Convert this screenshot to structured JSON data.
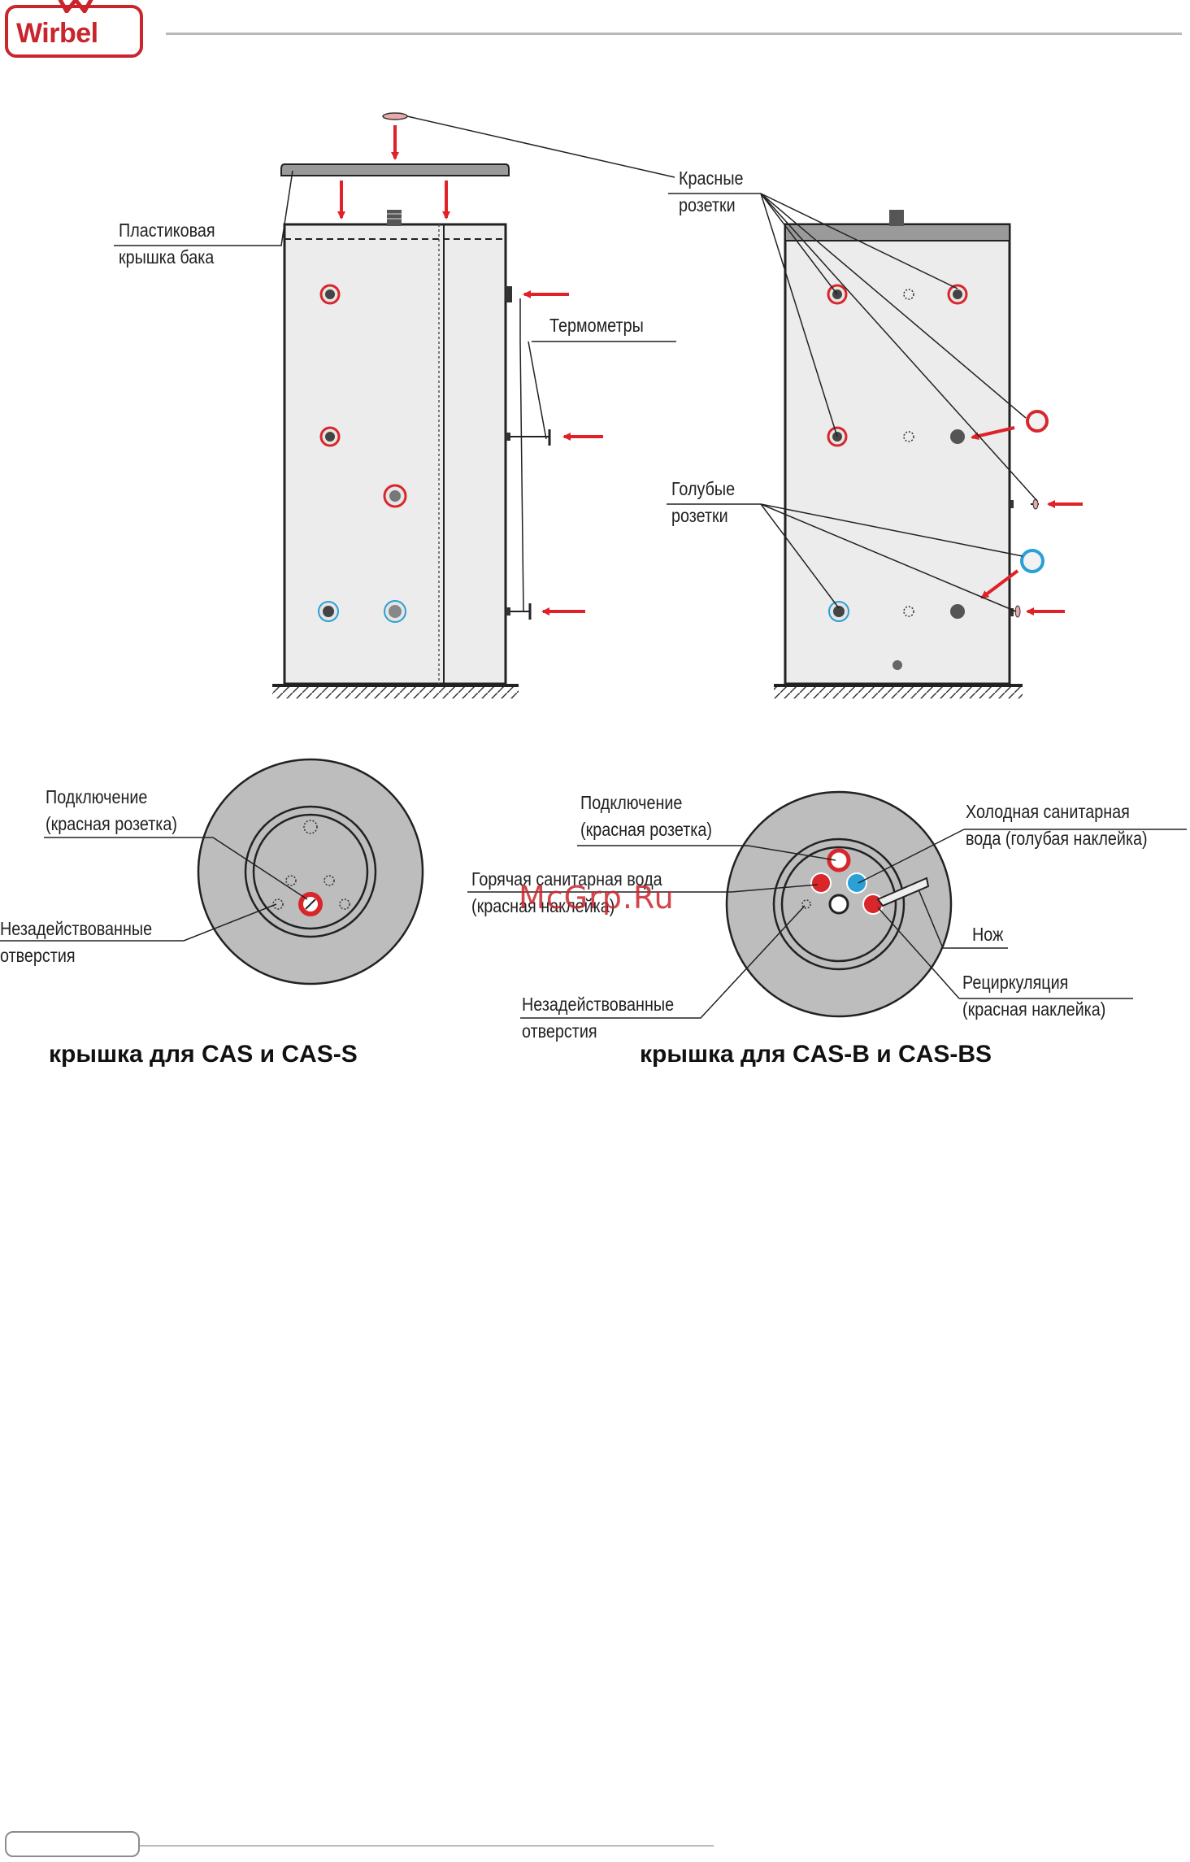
{
  "brand": {
    "name": "Wirbel",
    "color": "#c9252c"
  },
  "colors": {
    "tank": "#e9e9e9",
    "lid": "#a6a6a6",
    "arrow": "#e02228",
    "red_socket": "#d8262b",
    "blue_socket": "#2aa0d6"
  },
  "labels": {
    "plastic_lid": [
      "Пластиковая",
      "крышка бака"
    ],
    "thermometers": "Термометры",
    "red_sockets": [
      "Красные",
      "розетки"
    ],
    "blue_sockets": [
      "Голубые",
      "розетки"
    ],
    "left_connection": [
      "Подключение",
      "(красная розетка)"
    ],
    "left_unused": [
      "Незадействованные",
      "отверстия"
    ],
    "right_connection": [
      "Подключение",
      "(красная розетка)"
    ],
    "hot_water": [
      "Горячая санитарная вода",
      "(красная наклейка)"
    ],
    "cold_water": [
      "Холодная санитарная",
      "вода (голубая наклейка)"
    ],
    "knife": "Нож",
    "recirculation": [
      "Рециркуляция",
      "(красная наклейка)"
    ],
    "right_unused": [
      "Незадействованные",
      "отверстия"
    ]
  },
  "captions": {
    "left": "крышка для CAS и CAS-S",
    "right": "крышка для CAS-B и CAS-BS"
  },
  "watermark": "McGrp.Ru"
}
